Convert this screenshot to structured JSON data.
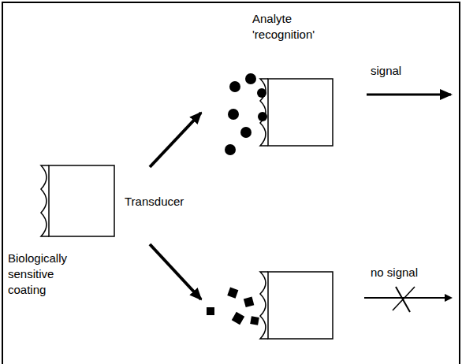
{
  "diagram": {
    "labels": [
      "Analyte 'recognition'",
      "signal",
      "Transducer",
      "Biologically sensitive coating",
      "no signal"
    ]
  }
}
